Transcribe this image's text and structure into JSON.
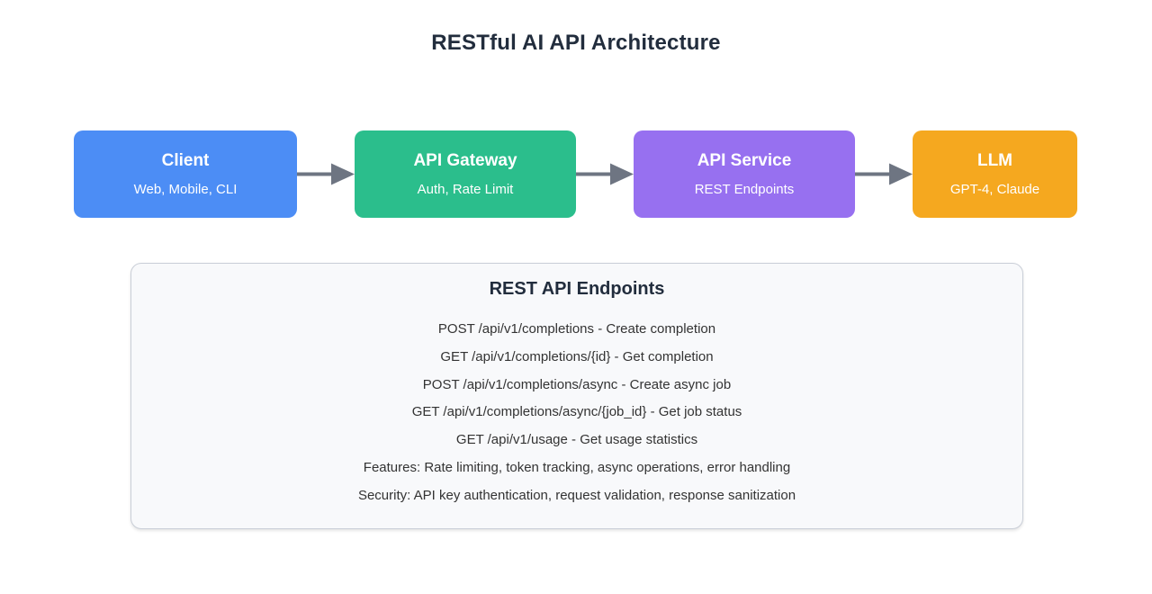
{
  "title": "RESTful AI API Architecture",
  "flow": {
    "nodes": [
      {
        "id": "client",
        "title": "Client",
        "subtitle": "Web, Mobile, CLI",
        "color": "#4C8DF5"
      },
      {
        "id": "gateway",
        "title": "API Gateway",
        "subtitle": "Auth, Rate Limit",
        "color": "#2BBE8C"
      },
      {
        "id": "service",
        "title": "API Service",
        "subtitle": "REST Endpoints",
        "color": "#9770F0"
      },
      {
        "id": "llm",
        "title": "LLM",
        "subtitle": "GPT-4, Claude",
        "color": "#F5A81F"
      }
    ],
    "arrow_color": "#6E7582"
  },
  "endpoints_panel": {
    "heading": "REST API Endpoints",
    "items": [
      "POST /api/v1/completions - Create completion",
      "GET /api/v1/completions/{id} - Get completion",
      "POST /api/v1/completions/async - Create async job",
      "GET /api/v1/completions/async/{job_id} - Get job status",
      "GET /api/v1/usage - Get usage statistics",
      "Features: Rate limiting, token tracking, async operations, error handling",
      "Security: API key authentication, request validation, response sanitization"
    ],
    "colors": {
      "background": "#F8F9FB",
      "border": "#C9CED7",
      "heading_text": "#222D3D",
      "body_text": "#333333"
    }
  }
}
